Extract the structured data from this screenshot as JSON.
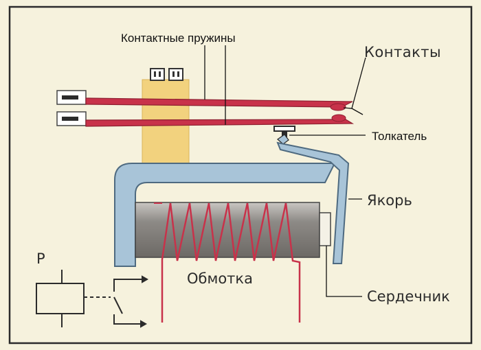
{
  "title": "",
  "labels": {
    "contact_springs": "Контактные пружины",
    "contacts": "Контакты",
    "pusher": "Толкатель",
    "armature": "Якорь",
    "core": "Сердечник",
    "coil": "Обмотка",
    "relay_symbol": "Р"
  },
  "colors": {
    "background": "#f6f2dd",
    "frame": "#2b2b2b",
    "spring": "#c8324a",
    "insulator_block": "#f2d27e",
    "yoke": "#a8c4d8",
    "core": "#8d8a86",
    "coil_wire": "#c8324a",
    "leader_line": "#111111"
  }
}
